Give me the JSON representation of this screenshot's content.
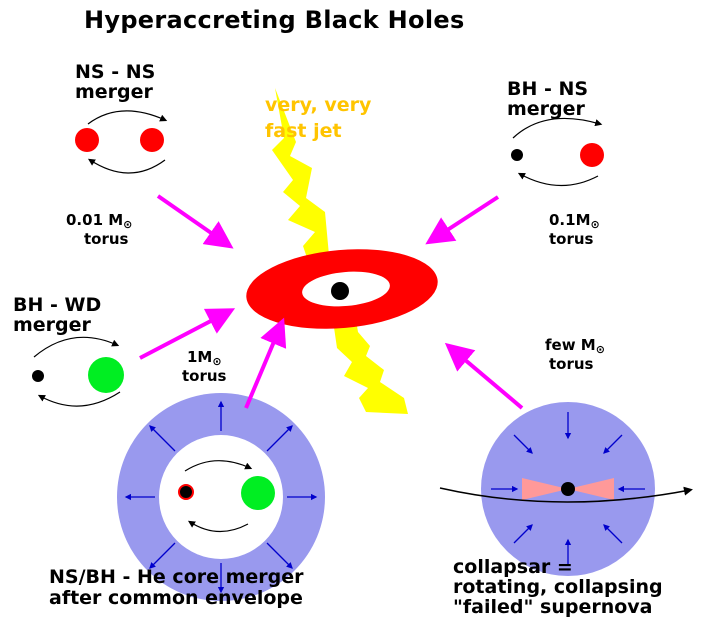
{
  "title": "Hyperaccreting Black Holes",
  "jet_label": {
    "line1": "very, very",
    "line2": "fast jet"
  },
  "ns_ns": {
    "title1": "NS - NS",
    "title2": "merger",
    "torus_mass": "0.01 M",
    "torus_sub": "⊙",
    "torus_word": "torus"
  },
  "bh_ns": {
    "title1": "BH - NS",
    "title2": "merger",
    "torus_mass": "0.1M",
    "torus_sub": "⊙",
    "torus_word": "torus"
  },
  "bh_wd": {
    "title1": "BH - WD",
    "title2": "merger",
    "torus_mass": "1M",
    "torus_sub": "⊙",
    "torus_word": "torus"
  },
  "collapsar_torus": {
    "mass": "few M",
    "sub": "⊙",
    "word": "torus"
  },
  "he_core": {
    "line1": "NS/BH - He core merger",
    "line2": "after common envelope"
  },
  "collapsar": {
    "line1": "collapsar =",
    "line2": "rotating, collapsing",
    "line3": "\"failed\" supernova"
  },
  "colors": {
    "arrow": "#ff00ff",
    "jet": "#ffff00",
    "jet_text": "#ffc400",
    "neutron_star": "#ff0000",
    "white_dwarf": "#00ee22",
    "envelope": "#9999ee",
    "envelope_arrows": "#0000cc",
    "torus": "#ff0000",
    "black_hole": "#000000",
    "collapsar_core": "#ff9999"
  }
}
